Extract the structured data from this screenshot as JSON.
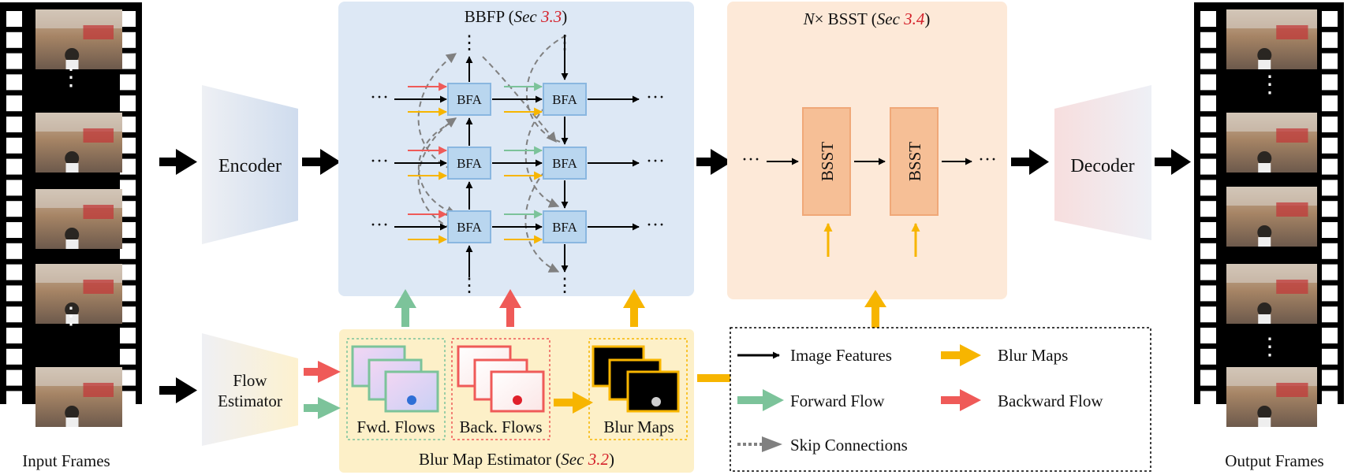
{
  "colors": {
    "forward_flow": "#7cc39a",
    "backward_flow": "#ef5a58",
    "blur_maps": "#f7b500",
    "image_features": "#000000",
    "skip_connections": "#808080",
    "bbfp_panel": "#dde8f5",
    "bsst_panel": "#fde9d8",
    "estimator_panel": "#fdf0c8",
    "block_fill": "#b9d6ef",
    "bsst_fill": "#f6bf96",
    "citation_red": "#d4202a"
  },
  "input_frames": {
    "label": "Input Frames",
    "ellipsis": "⋮"
  },
  "output_frames": {
    "label": "Output Frames",
    "ellipsis": "⋮"
  },
  "encoder": {
    "label": "Encoder"
  },
  "decoder": {
    "label": "Decoder"
  },
  "flow_estimator": {
    "line1": "Flow",
    "line2": "Estimator"
  },
  "bbfp": {
    "title_prefix": "BBFP (",
    "title_sec": "Sec ",
    "title_num": "3.3",
    "title_suffix": ")",
    "block_label": "BFA",
    "ellipsis_h": "···",
    "ellipsis_v": "⋮"
  },
  "bsst": {
    "title_n": "N",
    "title_prefix": "× BSST (",
    "title_sec": "Sec ",
    "title_num": "3.4",
    "title_suffix": ")",
    "block_label": "BSST",
    "ellipsis_h": "···"
  },
  "blur_map_estimator": {
    "title": "Blur Map  Estimator (",
    "title_sec": "Sec ",
    "title_num": "3.2",
    "title_suffix": ")",
    "fwd_label": "Fwd. Flows",
    "back_label": "Back. Flows",
    "blur_label": "Blur Maps"
  },
  "legend": {
    "image_features": "Image Features",
    "blur_maps": "Blur Maps",
    "forward_flow": "Forward Flow",
    "backward_flow": "Backward Flow",
    "skip_connections": "Skip Connections"
  }
}
